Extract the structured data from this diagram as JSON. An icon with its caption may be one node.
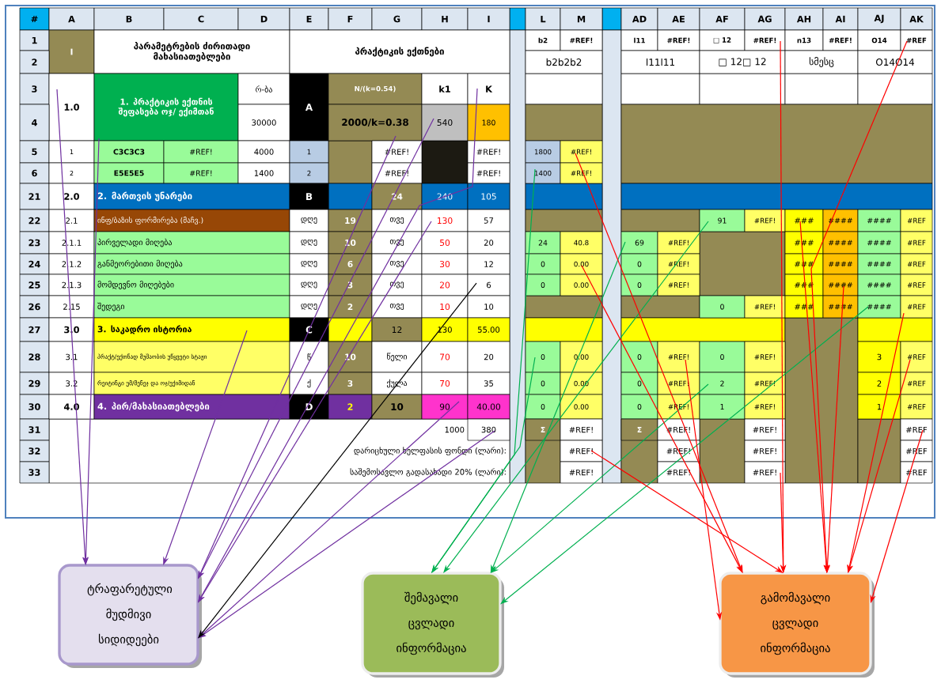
{
  "diagram": {
    "nodes": [
      {
        "text": [
          "#REF!"
        ]
      },
      {
        "text": [
          "#REF"
        ]
      },
      {
        "text": [
          "1.0"
        ]
      },
      {
        "text": [
          "1. პრაქტიკის ექთნის შეფასება ოჯ/ ექიმთან"
        ]
      },
      {
        "text": [
          "K"
        ]
      },
      {
        "text": [
          "2000/k=0.38"
        ]
      },
      {
        "text": [
          "540"
        ]
      },
      {
        "text": [
          "#REF!"
        ]
      },
      {
        "text": [
          "1400"
        ]
      },
      {
        "text": [
          "130"
        ]
      },
      {
        "text": [
          "91"
        ]
      },
      {
        "text": [
          "###"
        ]
      },
      {
        "text": [
          "69"
        ]
      },
      {
        "text": [
          "0.00"
        ]
      },
      {
        "text": [
          "6"
        ]
      },
      {
        "text": [
          "####"
        ]
      },
      {
        "text": [
          "####"
        ]
      },
      {
        "text": [
          "#REF"
        ]
      },
      {
        "text": [
          "3. საკადრო ისტორია"
        ]
      },
      {
        "text": [
          "0"
        ]
      },
      {
        "text": [
          "#REF!"
        ]
      },
      {
        "text": [
          "#REF"
        ]
      },
      {
        "text": [
          "2"
        ]
      },
      {
        "text": [
          "90"
        ]
      },
      {
        "text": [
          "380"
        ]
      },
      {
        "text": [
          "#REF"
        ]
      },
      {
        "text": [
          "#REF!"
        ]
      },
      {
        "text": [
          "#REF!"
        ]
      },
      {
        "text": [
          "ტრაფარეტული მუდმივი სიდიდეები"
        ]
      },
      {
        "text": [
          "შემავალი ცვლადი ინფორმაცია"
        ]
      },
      {
        "text": [
          "გამომავალი ცვლადი ინფორმაცია"
        ]
      }
    ],
    "edges": [
      {
        "from": 2,
        "to": 28,
        "arrow": "to",
        "color": "#7030a0"
      },
      {
        "from": 3,
        "to": 28,
        "arrow": "to",
        "color": "#7030a0"
      },
      {
        "from": 18,
        "to": 28,
        "arrow": "to",
        "color": "#7030a0"
      },
      {
        "from": 5,
        "to": 28,
        "arrow": "to",
        "color": "#7030a0"
      },
      {
        "from": 6,
        "to": 28,
        "arrow": "to",
        "color": "#7030a0"
      },
      {
        "from": 4,
        "to": 28,
        "arrow": "to",
        "color": "#7030a0"
      },
      {
        "from": 9,
        "to": 28,
        "arrow": "to",
        "color": "#7030a0"
      },
      {
        "from": 23,
        "to": 28,
        "arrow": "to",
        "color": "#7030a0"
      },
      {
        "from": 24,
        "to": 28,
        "arrow": "to",
        "color": "#7030a0"
      },
      {
        "from": 14,
        "to": 28,
        "arrow": "to",
        "color": "#000000"
      },
      {
        "from": 8,
        "to": 29,
        "arrow": "to",
        "color": "#00b050"
      },
      {
        "from": 19,
        "to": 29,
        "arrow": "to",
        "color": "#00b050"
      },
      {
        "from": 12,
        "to": 29,
        "arrow": "to",
        "color": "#00b050"
      },
      {
        "from": 10,
        "to": 29,
        "arrow": "to",
        "color": "#00b050"
      },
      {
        "from": 22,
        "to": 29,
        "arrow": "to",
        "color": "#00b050"
      },
      {
        "from": 16,
        "to": 29,
        "arrow": "to",
        "color": "#00b050"
      },
      {
        "from": 7,
        "to": 30,
        "arrow": "to"
      },
      {
        "from": 13,
        "to": 30,
        "arrow": "to"
      },
      {
        "from": 0,
        "to": 30,
        "arrow": "to"
      },
      {
        "from": 26,
        "to": 30,
        "arrow": "to"
      },
      {
        "from": 27,
        "to": 30,
        "arrow": "to"
      },
      {
        "from": 20,
        "to": 30,
        "arrow": "to"
      },
      {
        "from": 11,
        "to": 30,
        "arrow": "to"
      },
      {
        "from": 15,
        "to": 30,
        "arrow": "to"
      },
      {
        "from": 1,
        "to": 30,
        "arrow": "to"
      },
      {
        "from": 17,
        "to": 30,
        "arrow": "to"
      },
      {
        "from": 21,
        "to": 30,
        "arrow": "to"
      },
      {
        "from": 25,
        "to": 30,
        "arrow": "to"
      }
    ],
    "labels": [
      "#",
      "A",
      "B",
      "C",
      "D",
      "E",
      "F",
      "G",
      "H",
      "I",
      "L",
      "M",
      "AD",
      "AE",
      "AF",
      "AG",
      "AH",
      "AI",
      "AJ",
      "AK",
      "1",
      "I",
      "პარამეტრების ძირითადი მახასიათებლები",
      "პრაქტიკის ექთნები",
      "b2",
      "#REF!",
      "l11",
      "#REF!",
      "□ 12",
      "n13",
      "#REF!",
      "O14",
      "2",
      "b2b2b2",
      "l11l11",
      "□ 12□ 12",
      "სმესც",
      "O14O14",
      "3",
      "რ-ბა",
      "A",
      "N/(k=0.54)",
      "k1",
      "4",
      "30000",
      "180",
      "5",
      "1",
      "C3C3C3",
      "#REF!",
      "4000",
      "1",
      "#REF!",
      "#REF!",
      "1800",
      "6",
      "2",
      "E5E5E5",
      "#REF!",
      "1400",
      "2",
      "#REF!",
      "#REF!",
      "#REF!",
      "21",
      "2.0",
      "2. მართვის უნარები",
      "B",
      "24",
      "240",
      "105",
      "22",
      "2.1",
      "ინფ/ბაზის ფორმირება (მაჩვ.)",
      "დღე",
      "19",
      "თვე",
      "57",
      "#REF!",
      "####",
      "####",
      "#REF",
      "23",
      "2.1.1",
      "პირველადი მიღება",
      "დღე",
      "10",
      "თვე",
      "50",
      "20",
      "24",
      "40.8",
      "#REF!",
      "###",
      "####",
      "####",
      "#REF",
      "24",
      "2.1.2",
      "განმეორებითი მიღება",
      "დღე",
      "6",
      "თვე",
      "30",
      "12",
      "0",
      "0",
      "#REF!",
      "###",
      "####",
      "####",
      "#REF",
      "25",
      "2.1.3",
      "მომდევნო მიღებები",
      "დღე",
      "3",
      "თვე",
      "20",
      "0",
      "0.00",
      "0",
      "#REF!",
      "###",
      "####",
      "#REF",
      "26",
      "2.15",
      "შედეგი",
      "დღე",
      "2",
      "თვე",
      "10",
      "10",
      "0",
      "#REF!",
      "###",
      "####",
      "27",
      "3.0",
      "C",
      "12",
      "130",
      "55.00",
      "28",
      "3.1",
      "პრაქტ/ექთნად მუშაობის უწყვეტი სტაჟი",
      "წ",
      "10",
      "წელი",
      "70",
      "20",
      "0.00",
      "0",
      "0",
      "#REF!",
      "3",
      "29",
      "3.2",
      "რეიტინგი უმ/მენეჯ და ოჯ/ექიმიდან",
      "ქ",
      "3",
      "ქულა",
      "70",
      "35",
      "0",
      "0.00",
      "0",
      "#REF!",
      "#REF!",
      "2",
      "#REF",
      "30",
      "4.0",
      "4. პირ/მახასიათებლები",
      "D",
      "2",
      "10",
      "40.00",
      "0",
      "0.00",
      "0",
      "#REF!",
      "1",
      "#REF!",
      "1",
      "#REF",
      "31",
      "1000",
      "Σ",
      "#REF!",
      "Σ",
      "#REF!",
      "#REF!",
      "32",
      "დარიცხული ხელფასის ფონდი (ლარი):",
      "#REF!",
      "#REF!",
      "#REF",
      "33",
      "საშემოსავლო გადასახადი 20% (ლარი):",
      "#REF!",
      "#REF!",
      "#REF"
    ]
  }
}
